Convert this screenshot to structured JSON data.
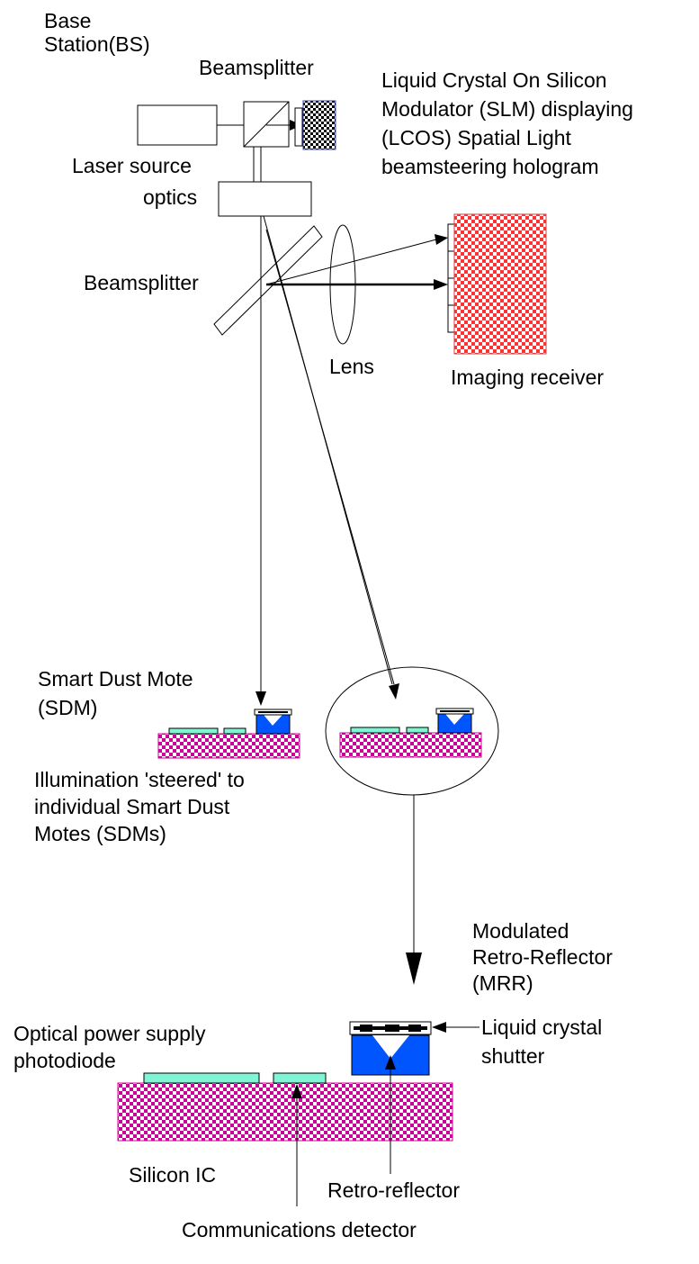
{
  "labels": {
    "base_station": "Base\nStation(BS)",
    "beamsplitter_top": "Beamsplitter",
    "lcos_slm": "Liquid Crystal On Silicon\nModulator (SLM) displaying\n(LCOS) Spatial Light\nbeamsteering hologram",
    "laser_source": "Laser source",
    "optics": "optics",
    "beamsplitter_mid": "Beamsplitter",
    "lens": "Lens",
    "imaging_receiver": "Imaging receiver",
    "sdm": "Smart Dust Mote\n(SDM)",
    "illumination": "Illumination 'steered' to\nindividual Smart Dust\nMotes (SDMs)",
    "mrr": "Modulated\nRetro-Reflector\n(MRR)",
    "liquid_crystal_shutter": "Liquid crystal\nshutter",
    "optical_power": "Optical power supply\nphotodiode",
    "silicon_ic": "Silicon IC",
    "retro_reflector": "Retro-reflector",
    "comm_detector": "Communications detector"
  },
  "colors": {
    "silicon_checker": "#cc0099",
    "receiver_checker": "#ff3333",
    "slm_checker": "#000000",
    "retro_blue": "#0055ff",
    "photodiode_cyan": "#7ff5d5"
  }
}
